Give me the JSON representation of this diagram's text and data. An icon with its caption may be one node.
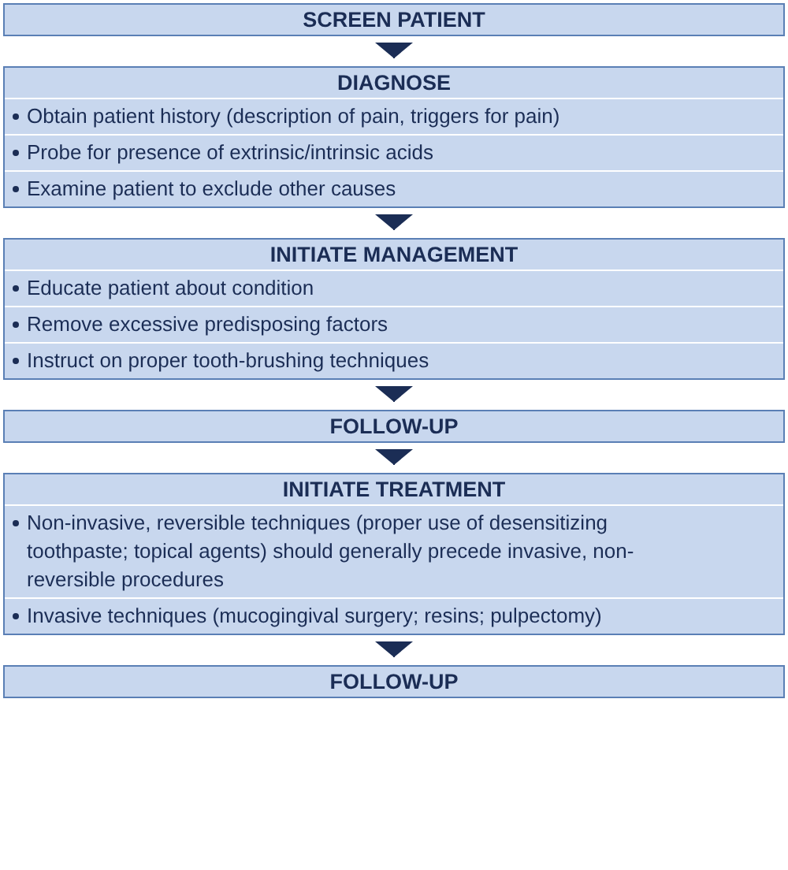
{
  "diagram": {
    "nodes": [
      {
        "text": [
          "SCREEN PATIENT"
        ]
      },
      {
        "text": [
          "DIAGNOSE",
          "Obtain patient history (description of pain, triggers for pain)",
          "Probe for presence of extrinsic/intrinsic acids",
          "Examine patient to exclude other causes"
        ]
      },
      {
        "text": [
          "INITIATE MANAGEMENT",
          "Educate patient about condition",
          "Remove excessive predisposing factors",
          "Instruct on proper tooth-brushing techniques"
        ]
      },
      {
        "text": [
          "FOLLOW-UP"
        ]
      },
      {
        "text": [
          "INITIATE TREATMENT",
          "Non-invasive, reversible techniques (proper use of desensitizing toothpaste; topical agents) should generally precede invasive, non-reversible procedures",
          "Invasive techniques (mucogingival surgery; resins; pulpectomy)"
        ]
      },
      {
        "text": [
          "FOLLOW-UP"
        ]
      }
    ],
    "edges": [
      {
        "from": 0,
        "to": 1,
        "arrow": "to"
      },
      {
        "from": 1,
        "to": 2,
        "arrow": "to"
      },
      {
        "from": 2,
        "to": 3,
        "arrow": "to"
      },
      {
        "from": 3,
        "to": 4,
        "arrow": "to"
      },
      {
        "from": 4,
        "to": 5,
        "arrow": "to"
      }
    ]
  }
}
